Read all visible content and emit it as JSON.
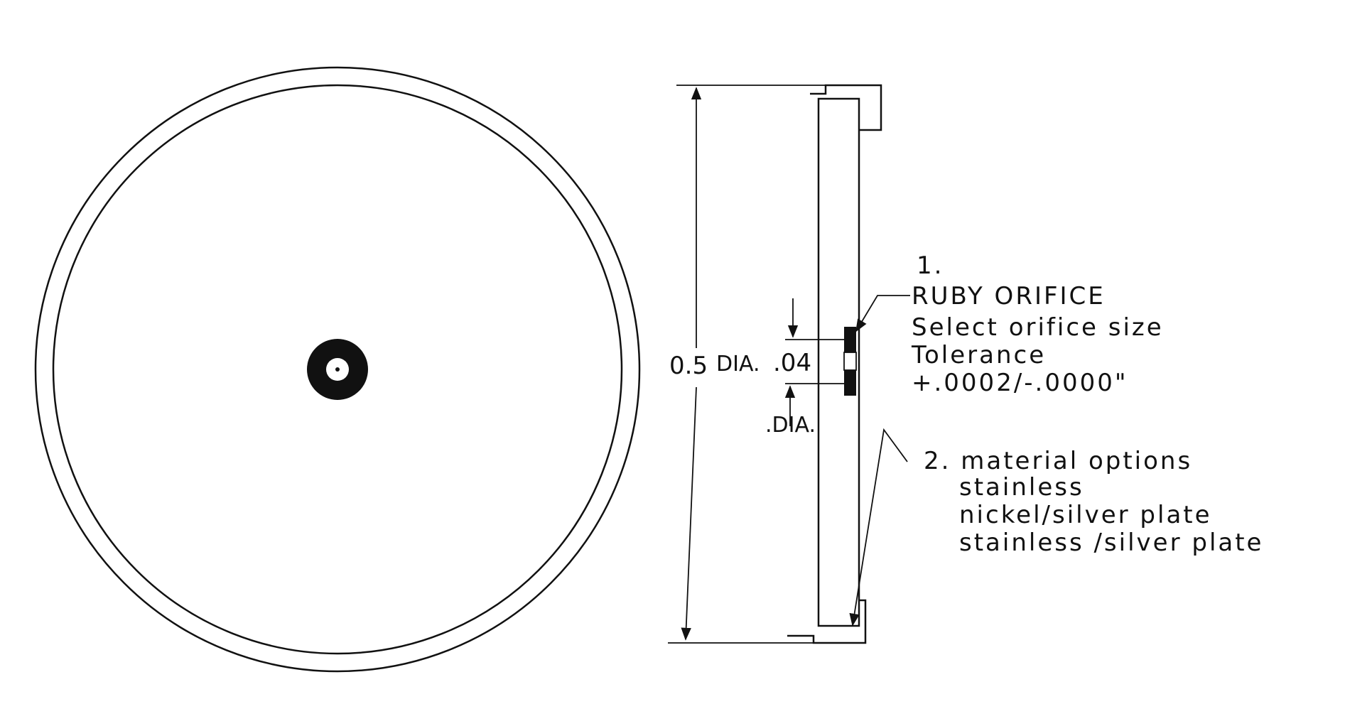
{
  "colors": {
    "ink": "#111111",
    "paper": "#ffffff"
  },
  "labels": {
    "overall_diameter_value": "0.5",
    "overall_diameter_unit": "DIA.",
    "orifice_diameter_value": ".04",
    "orifice_diameter_unit": ".DIA.",
    "note1": {
      "number": "1.",
      "title": "RUBY ORIFICE",
      "lines": [
        "Select orifice size",
        "Tolerance",
        "+.0002/-.0000\""
      ]
    },
    "note2": {
      "heading": "2. material options",
      "lines": [
        "stainless",
        "nickel/silver plate",
        "stainless /silver plate"
      ]
    }
  }
}
